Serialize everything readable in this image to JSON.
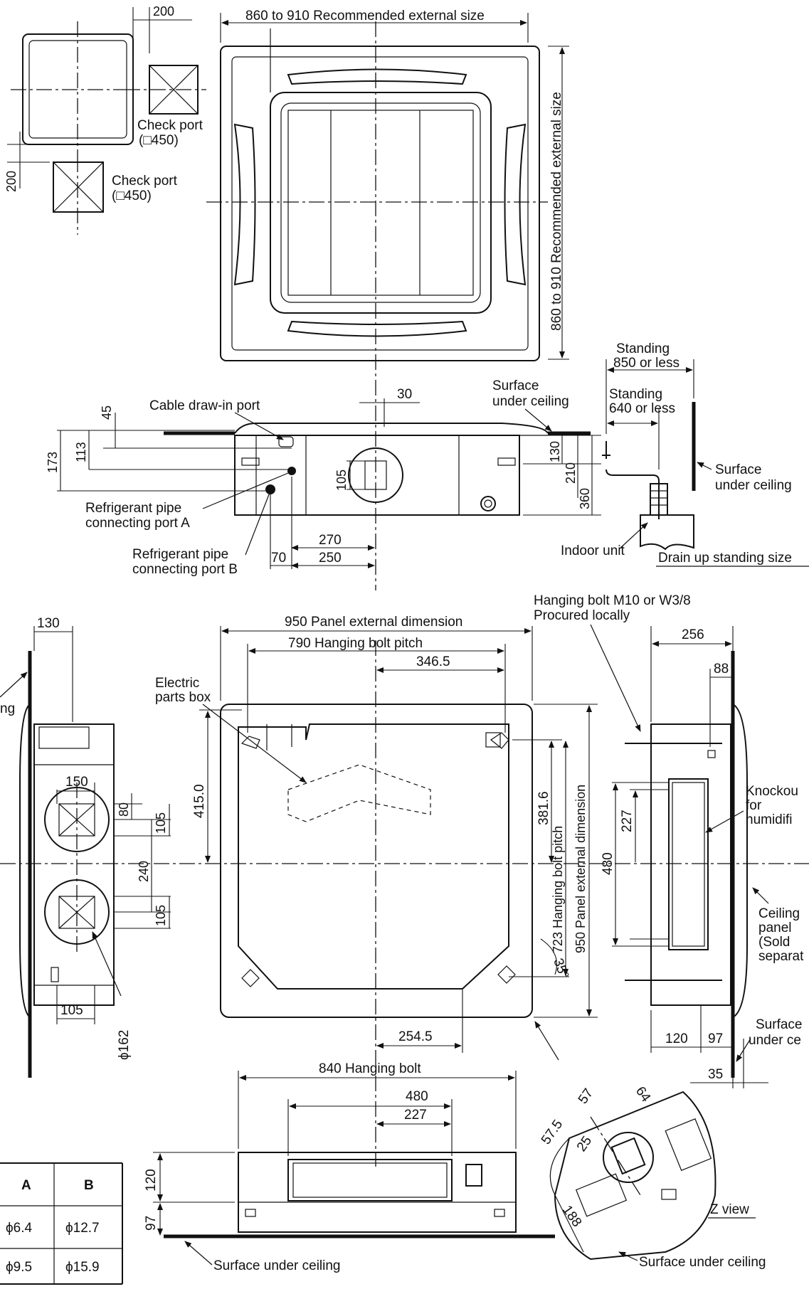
{
  "top": {
    "width_dim": "860 to 910 Recommended external size",
    "height_dim": "860 to 910 Recommended external size",
    "check_port_offset_top": "200",
    "check_port_offset_left": "200",
    "check_port_1": "Check port",
    "check_port_1_size": "(□450)",
    "check_port_2": "Check port",
    "check_port_2_size": "(□450)"
  },
  "side": {
    "cable_port": "Cable draw-in port",
    "surface_1": "Surface",
    "surface_1b": "under ceiling",
    "dim_45": "45",
    "dim_113": "113",
    "dim_173": "173",
    "dim_30": "30",
    "dim_105": "105",
    "dim_130": "130",
    "dim_210": "210",
    "dim_360": "360",
    "dim_270": "270",
    "dim_70": "70",
    "dim_250": "250",
    "port_a_1": "Refrigerant pipe",
    "port_a_2": "connecting port A",
    "port_b_1": "Refrigerant pipe",
    "port_b_2": "connecting port B"
  },
  "drain": {
    "standing_1": "Standing",
    "standing_1b": "850 or less",
    "standing_2": "Standing",
    "standing_2b": "640 or less",
    "surface_1": "Surface",
    "surface_1b": "under ceiling",
    "indoor_unit": "Indoor unit",
    "title": "Drain up standing size"
  },
  "plan": {
    "bolt_1": "Hanging bolt M10 or W3/8",
    "bolt_2": "Procured locally",
    "panel_dim": "950 Panel external dimension",
    "bolt_pitch": "790 Hanging bolt pitch",
    "dim_346": "346.5",
    "elec_1": "Electric",
    "elec_2": "parts box",
    "dim_415": "415.0",
    "dim_381": "381.6",
    "bolt_pitch_v": "723 Hanging bolt pitch",
    "panel_dim_v": "950 Panel external dimension",
    "angle": "35°",
    "dim_254": "254.5"
  },
  "left": {
    "dim_130": "130",
    "label_ng": "ng",
    "dim_150": "150",
    "dim_80": "80",
    "dim_105a": "105",
    "dim_240": "240",
    "dim_105b": "105",
    "dim_105c": "105",
    "dia_162": "ϕ162"
  },
  "right": {
    "dim_256": "256",
    "dim_88": "88",
    "knock_1": "Knockou",
    "knock_2": "for",
    "knock_3": "humidifi",
    "dim_227": "227",
    "dim_480": "480",
    "ceil_1": "Ceiling",
    "ceil_2": "panel",
    "ceil_3": "(Sold",
    "ceil_4": "separat",
    "dim_120": "120",
    "dim_97": "97",
    "surf_1": "Surface",
    "surf_2": "under ce",
    "dim_35": "35"
  },
  "front": {
    "bolt_840": "840 Hanging bolt",
    "dim_480": "480",
    "dim_227": "227",
    "dim_120": "120",
    "dim_97": "97",
    "surface": "Surface under ceiling"
  },
  "zview": {
    "dim_57": "57",
    "dim_64": "64",
    "dim_575": "57.5",
    "dim_25": "25",
    "dim_188": "188",
    "title": "Z view",
    "surface": "Surface under ceiling"
  },
  "table": {
    "headers": [
      "A",
      "B"
    ],
    "rows": [
      [
        "ϕ6.4",
        "ϕ12.7"
      ],
      [
        "ϕ9.5",
        "ϕ15.9"
      ]
    ]
  }
}
